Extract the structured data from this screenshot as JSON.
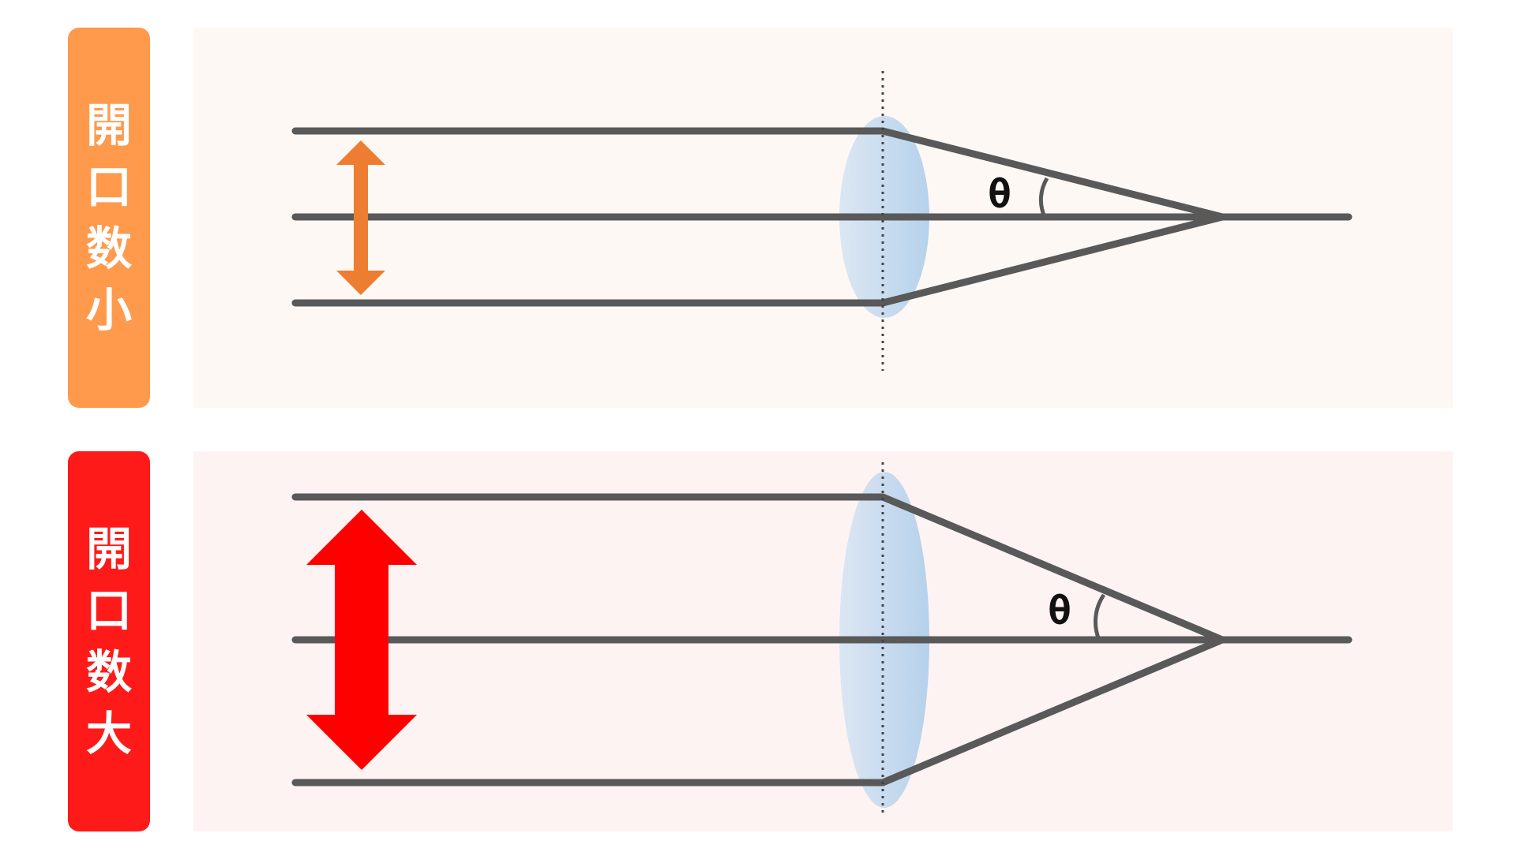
{
  "panels": [
    {
      "id": "small",
      "label": "開口数小",
      "label_chars": [
        "開",
        "口",
        "数",
        "小"
      ],
      "label_color": "#FF9A4D",
      "background_color": "#FEF8F4",
      "arrow_color": "#ED7D31",
      "angle_label": "θ"
    },
    {
      "id": "large",
      "label": "開口数大",
      "label_chars": [
        "開",
        "口",
        "数",
        "大"
      ],
      "label_color": "#FF1A1A",
      "background_color": "#FEF3F3",
      "arrow_color": "#FF0000",
      "angle_label": "θ"
    }
  ],
  "colors": {
    "ray": "#595959",
    "lens_light": "#D6E4F3",
    "lens_dark": "#A9CBEA",
    "optical_axis_dots": "#444444"
  }
}
